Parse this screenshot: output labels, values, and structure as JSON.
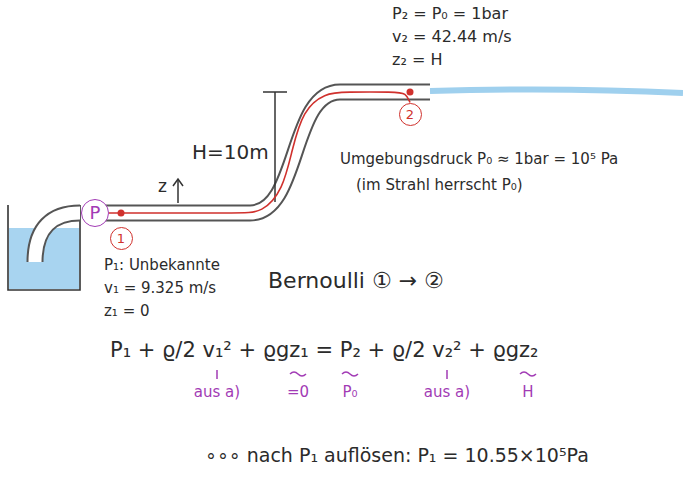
{
  "diagram": {
    "nodes": [
      {
        "text": [
          "2"
        ]
      },
      {
        "text": [
          "P"
        ]
      },
      {
        "text": [
          "1"
        ]
      }
    ],
    "edges": [
      {
        "from": 1,
        "to": 0,
        "arrow": "none"
      }
    ],
    "labels": [
      "P₂ = P₀ = 1bar",
      "v₂ = 42.44 m/s",
      "z₂ = H",
      "H=10m",
      "z",
      "Umgebungsdruck P₀ ≈ 1bar = 10⁵ Pa",
      "(im Strahl herrscht P₀)",
      "P₁: Unbekannte",
      "v₁ = 9.325 m/s",
      "z₁ = 0",
      "Bernoulli ① → ②",
      "P₁ + ϱ/2 v₁² + ϱgz₁ = P₂ + ϱ/2 v₂² + ϱgz₂",
      "aus a)",
      "=0",
      "P₀",
      "aus a)",
      "H",
      "∘∘∘ nach P₁ auflösen: P₁ = 10.55×10⁵Pa"
    ]
  }
}
